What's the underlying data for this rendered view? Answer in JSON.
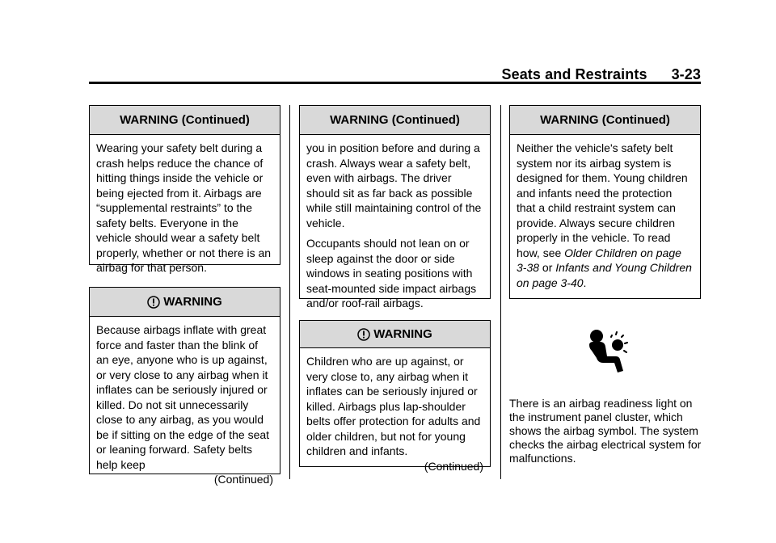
{
  "header": {
    "section_title": "Seats and Restraints",
    "page_number": "3-23"
  },
  "col1": {
    "box1": {
      "title": "WARNING  (Continued)",
      "text": "Wearing your safety belt during a crash helps reduce the chance of hitting things inside the vehicle or being ejected from it. Airbags are “supplemental restraints” to the safety belts. Everyone in the vehicle should wear a safety belt properly, whether or not there is an airbag for that person."
    },
    "box2": {
      "title": "WARNING",
      "text": "Because airbags inflate with great force and faster than the blink of an eye, anyone who is up against, or very close to any airbag when it inflates can be seriously injured or killed. Do not sit unnecessarily close to any airbag, as you would be if sitting on the edge of the seat or leaning forward. Safety belts help keep",
      "continued": "(Continued)"
    }
  },
  "col2": {
    "box1": {
      "title": "WARNING  (Continued)",
      "para1": "you in position before and during a crash. Always wear a safety belt, even with airbags. The driver should sit as far back as possible while still maintaining control of the vehicle.",
      "para2": "Occupants should not lean on or sleep against the door or side windows in seating positions with seat-mounted side impact airbags and/or roof-rail airbags."
    },
    "box2": {
      "title": "WARNING",
      "text": "Children who are up against, or very close to, any airbag when it inflates can be seriously injured or killed. Airbags plus lap-shoulder belts offer protection for adults and older children, but not for young children and infants.",
      "continued": "(Continued)"
    }
  },
  "col3": {
    "box1": {
      "title": "WARNING  (Continued)",
      "text_start": "Neither the vehicle's safety belt system nor its airbag system is designed for them. Young children and infants need the protection that a child restraint system can provide. Always secure children properly in the vehicle. To read how, see ",
      "ref1": "Older Children on page 3-38",
      "or": " or ",
      "ref2": "Infants and Young Children on page 3-40",
      "end": "."
    },
    "icon": "airbag-readiness-icon",
    "paragraph": "There is an airbag readiness light on the instrument panel cluster, which shows the airbag symbol. The system checks the airbag electrical system for malfunctions."
  }
}
